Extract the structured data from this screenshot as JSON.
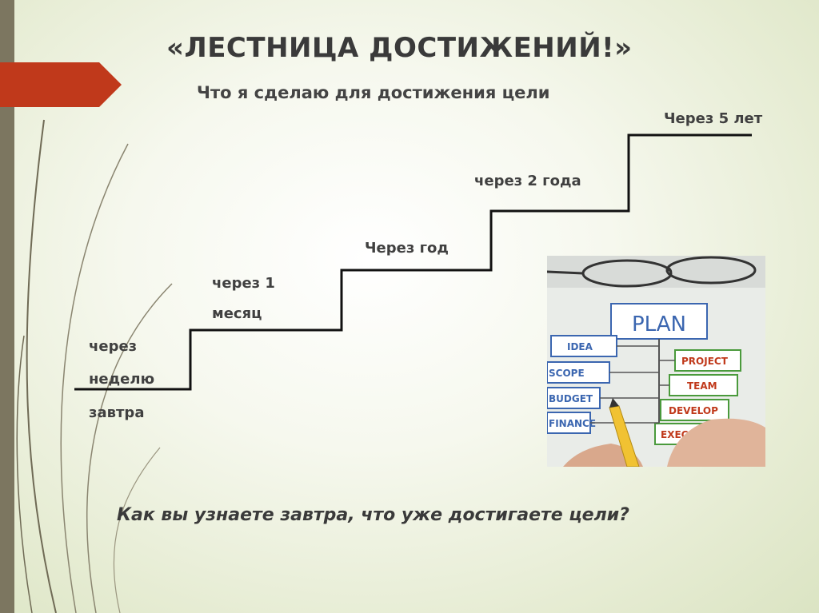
{
  "title": "«ЛЕСТНИЦА ДОСТИЖЕНИЙ!»",
  "subtitle": "Что я сделаю для достижения цели",
  "steps": [
    {
      "line1": "через",
      "line2": "неделю",
      "line3": "завтра"
    },
    {
      "line1": "через 1",
      "line2": "месяц"
    },
    {
      "line1": "Через год"
    },
    {
      "line1": "через 2 года"
    },
    {
      "line1": "Через 5 лет"
    }
  ],
  "question": "Как вы узнаете завтра, что уже достигаете цели?",
  "photo": {
    "header": "PLAN",
    "left_boxes": [
      "IDEA",
      "SCOPE",
      "BUDGET",
      "FINANCE"
    ],
    "right_boxes": [
      "PROJECT",
      "TEAM",
      "DEVELOP",
      "EXECUTE"
    ]
  },
  "colors": {
    "accent": "#c0391b",
    "side_bar": "#7c7660",
    "stair_line": "#111111"
  }
}
